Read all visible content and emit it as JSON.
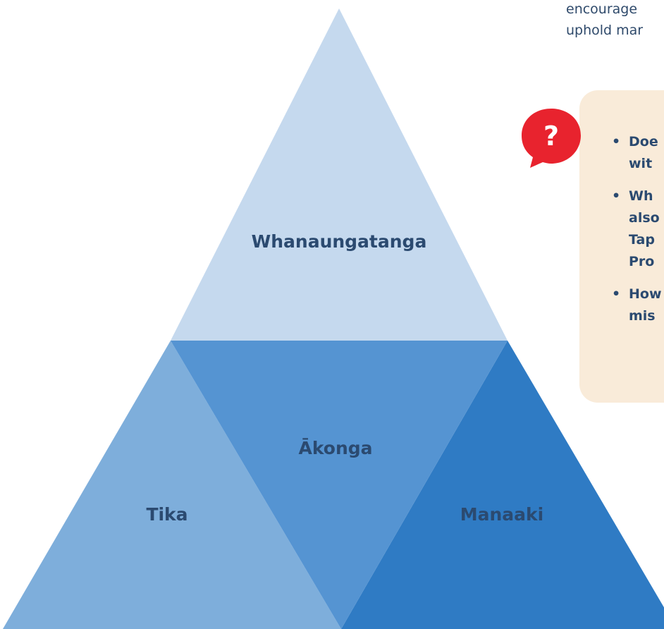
{
  "intro_text": {
    "line1": "encourage",
    "line2": "uphold mar"
  },
  "pyramid": {
    "top_label": "Whanaungatanga",
    "center_label": "Ākonga",
    "left_label": "Tika",
    "right_label": "Manaaki",
    "colors": {
      "top": "#c5d9ee",
      "center": "#5594d2",
      "left": "#7eaedb",
      "right": "#2f7bc4"
    }
  },
  "question_box": {
    "icon": "question-speech-bubble-icon",
    "icon_color": "#e8232e",
    "background": "#f9ebd9",
    "items": [
      [
        "Doe",
        "wit"
      ],
      [
        "Wh",
        "also",
        "Tap",
        "Pro"
      ],
      [
        "How",
        "mis"
      ]
    ]
  }
}
